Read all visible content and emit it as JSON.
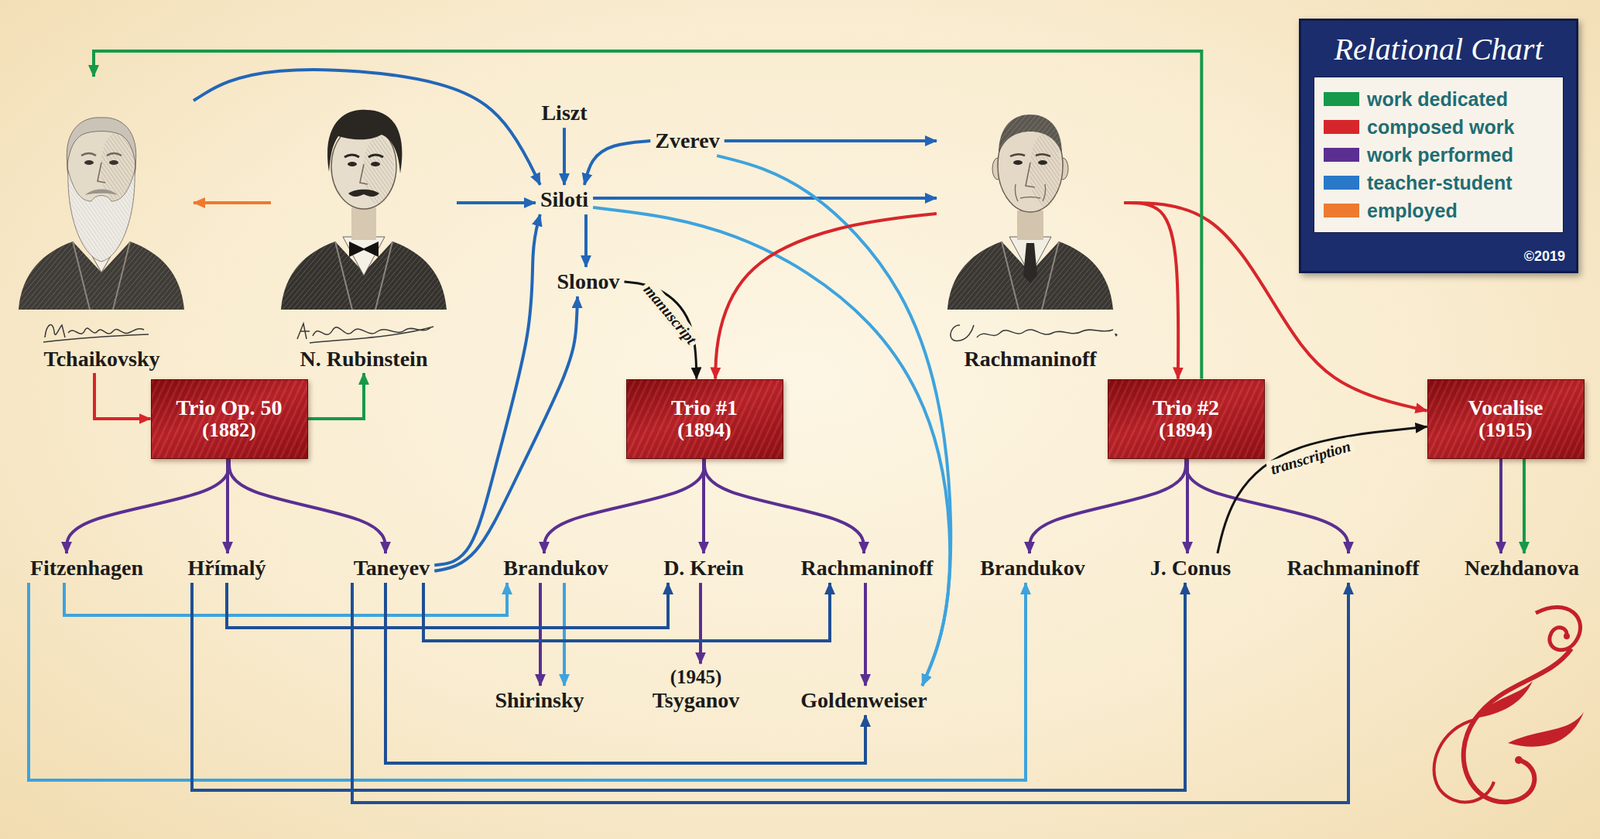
{
  "diagram": {
    "title": "Relational Chart",
    "nodes": [
      {
        "text": [
          "Tchaikovsky"
        ]
      },
      {
        "text": [
          "N. Rubinstein"
        ]
      },
      {
        "text": [
          "Liszt"
        ]
      },
      {
        "text": [
          "Zverev"
        ]
      },
      {
        "text": [
          "Siloti"
        ]
      },
      {
        "text": [
          "Slonov"
        ]
      },
      {
        "text": [
          "Rachmaninoff"
        ]
      },
      {
        "text": [
          "Trio Op. 50",
          "(1882)"
        ]
      },
      {
        "text": [
          "Trio #1",
          "(1894)"
        ]
      },
      {
        "text": [
          "Trio #2",
          "(1894)"
        ]
      },
      {
        "text": [
          "Vocalise",
          "(1915)"
        ]
      },
      {
        "text": [
          "Fitzenhagen"
        ]
      },
      {
        "text": [
          "Hřímalý"
        ]
      },
      {
        "text": [
          "Taneyev"
        ]
      },
      {
        "text": [
          "Brandukov"
        ]
      },
      {
        "text": [
          "D. Krein"
        ]
      },
      {
        "text": [
          "Rachmaninoff"
        ]
      },
      {
        "text": [
          "Brandukov"
        ]
      },
      {
        "text": [
          "J. Conus"
        ]
      },
      {
        "text": [
          "Rachmaninoff"
        ]
      },
      {
        "text": [
          "Nezhdanova"
        ]
      },
      {
        "text": [
          "Shirinsky"
        ]
      },
      {
        "text": [
          "(1945)",
          "Tsyganov"
        ]
      },
      {
        "text": [
          "Goldenweiser"
        ]
      }
    ],
    "edges": [
      {
        "from": 0,
        "to": 7,
        "arrow": "to"
      },
      {
        "from": 7,
        "to": 1,
        "arrow": "to"
      },
      {
        "from": 1,
        "to": 0,
        "arrow": "to"
      },
      {
        "from": 0,
        "to": 4,
        "arrow": "to"
      },
      {
        "from": 1,
        "to": 4,
        "arrow": "to"
      },
      {
        "from": 2,
        "to": 4,
        "arrow": "to"
      },
      {
        "from": 3,
        "to": 4,
        "arrow": "to"
      },
      {
        "from": 4,
        "to": 5,
        "arrow": "to"
      },
      {
        "from": 3,
        "to": 6,
        "arrow": "to"
      },
      {
        "from": 4,
        "to": 6,
        "arrow": "to"
      },
      {
        "from": 3,
        "to": 23,
        "arrow": "to"
      },
      {
        "from": 4,
        "to": 23,
        "arrow": "to"
      },
      {
        "from": 13,
        "to": 4,
        "arrow": "to"
      },
      {
        "from": 13,
        "to": 5,
        "arrow": "to"
      },
      {
        "from": 5,
        "to": 8,
        "arrow": "to",
        "label": "manuscript"
      },
      {
        "from": 6,
        "to": 8,
        "arrow": "to"
      },
      {
        "from": 6,
        "to": 9,
        "arrow": "to"
      },
      {
        "from": 6,
        "to": 10,
        "arrow": "to"
      },
      {
        "from": 9,
        "to": 0,
        "arrow": "to"
      },
      {
        "from": 7,
        "to": 11,
        "arrow": "to"
      },
      {
        "from": 7,
        "to": 12,
        "arrow": "to"
      },
      {
        "from": 7,
        "to": 13,
        "arrow": "to"
      },
      {
        "from": 8,
        "to": 14,
        "arrow": "to"
      },
      {
        "from": 8,
        "to": 15,
        "arrow": "to"
      },
      {
        "from": 8,
        "to": 16,
        "arrow": "to"
      },
      {
        "from": 9,
        "to": 17,
        "arrow": "to"
      },
      {
        "from": 9,
        "to": 18,
        "arrow": "to"
      },
      {
        "from": 9,
        "to": 19,
        "arrow": "to"
      },
      {
        "from": 10,
        "to": 20,
        "arrow": "to"
      },
      {
        "from": 10,
        "to": 20,
        "arrow": "to"
      },
      {
        "from": 18,
        "to": 10,
        "arrow": "to",
        "label": "transcription"
      },
      {
        "from": 14,
        "to": 21,
        "arrow": "to"
      },
      {
        "from": 14,
        "to": 21,
        "arrow": "to"
      },
      {
        "from": 15,
        "to": 22,
        "arrow": "to"
      },
      {
        "from": 16,
        "to": 23,
        "arrow": "to"
      },
      {
        "from": 11,
        "to": 14,
        "arrow": "to"
      },
      {
        "from": 12,
        "to": 15,
        "arrow": "to"
      },
      {
        "from": 13,
        "to": 16,
        "arrow": "to"
      },
      {
        "from": 13,
        "to": 23,
        "arrow": "to"
      },
      {
        "from": 11,
        "to": 17,
        "arrow": "to"
      },
      {
        "from": 12,
        "to": 18,
        "arrow": "to"
      },
      {
        "from": 13,
        "to": 19,
        "arrow": "to"
      }
    ],
    "labels": [
      "©2019"
    ],
    "legend": [
      {
        "text": "work dedicated",
        "color": "#16994a"
      },
      {
        "text": "composed work",
        "color": "#d7262b"
      },
      {
        "text": "work performed",
        "color": "#5a2f91"
      },
      {
        "text": "teacher-student",
        "color": "#2a78c8"
      },
      {
        "text": "employed",
        "color": "#ee7a2f"
      }
    ]
  }
}
